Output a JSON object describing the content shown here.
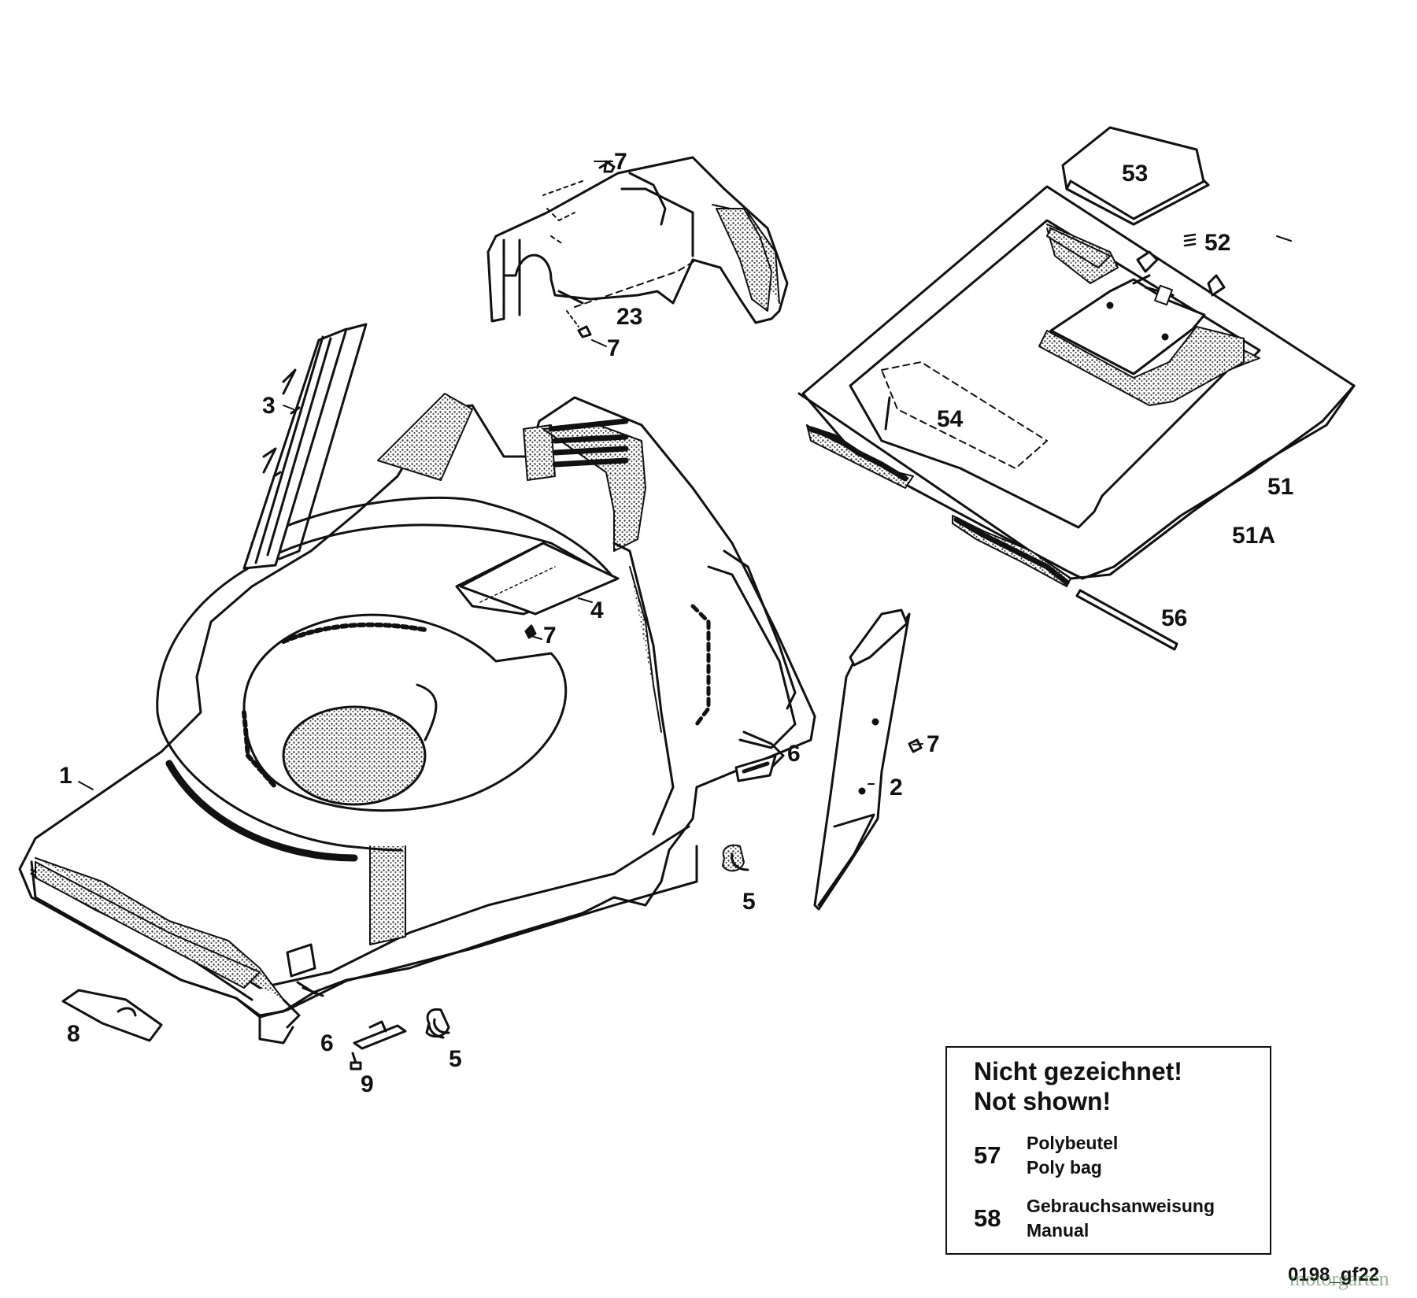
{
  "callouts": {
    "c1": "1",
    "c2": "2",
    "c3": "3",
    "c4": "4",
    "c5a": "5",
    "c5b": "5",
    "c6a": "6",
    "c6b": "6",
    "c7a": "7",
    "c7b": "7",
    "c7c": "7",
    "c7d": "7",
    "c8": "8",
    "c9": "9",
    "c23": "23",
    "c51": "51",
    "c51a": "51A",
    "c52": "52",
    "c53": "53",
    "c54": "54",
    "c56": "56"
  },
  "legend": {
    "title_de": "Nicht gezeichnet!",
    "title_en": "Not shown!",
    "items": [
      {
        "number": "57",
        "text_de": "Polybeutel",
        "text_en": "Poly bag"
      },
      {
        "number": "58",
        "text_de": "Gebrauchsanweisung",
        "text_en": "Manual"
      }
    ]
  },
  "footer": {
    "drawing_code": "0198_gf22",
    "watermark": "motorgarten"
  },
  "colors": {
    "line": "#111111",
    "fill": "#ffffff",
    "stipple": "#555555"
  }
}
